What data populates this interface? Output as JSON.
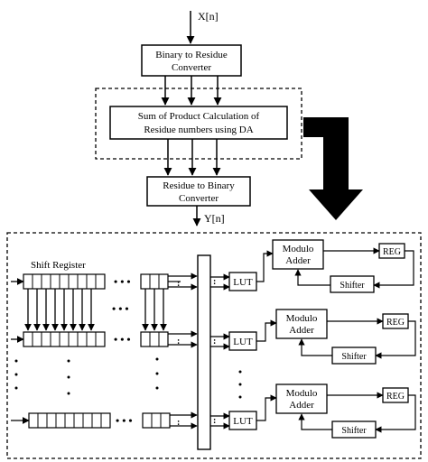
{
  "top_flow": {
    "input": "X[n]",
    "block1": [
      "Binary to Residue",
      "Converter"
    ],
    "block2": [
      "Sum of Product Calculation of",
      "Residue numbers using DA"
    ],
    "block3": [
      "Residue to Binary",
      "Converter"
    ],
    "output": "Y[n]"
  },
  "detail": {
    "shift_register_label": "Shift Register",
    "lut_label": "LUT",
    "adder_label": [
      "Modulo",
      "Adder"
    ],
    "reg_label": "REG",
    "shifter_label": "Shifter"
  },
  "colors": {
    "line": "#000000",
    "background": "#ffffff"
  }
}
